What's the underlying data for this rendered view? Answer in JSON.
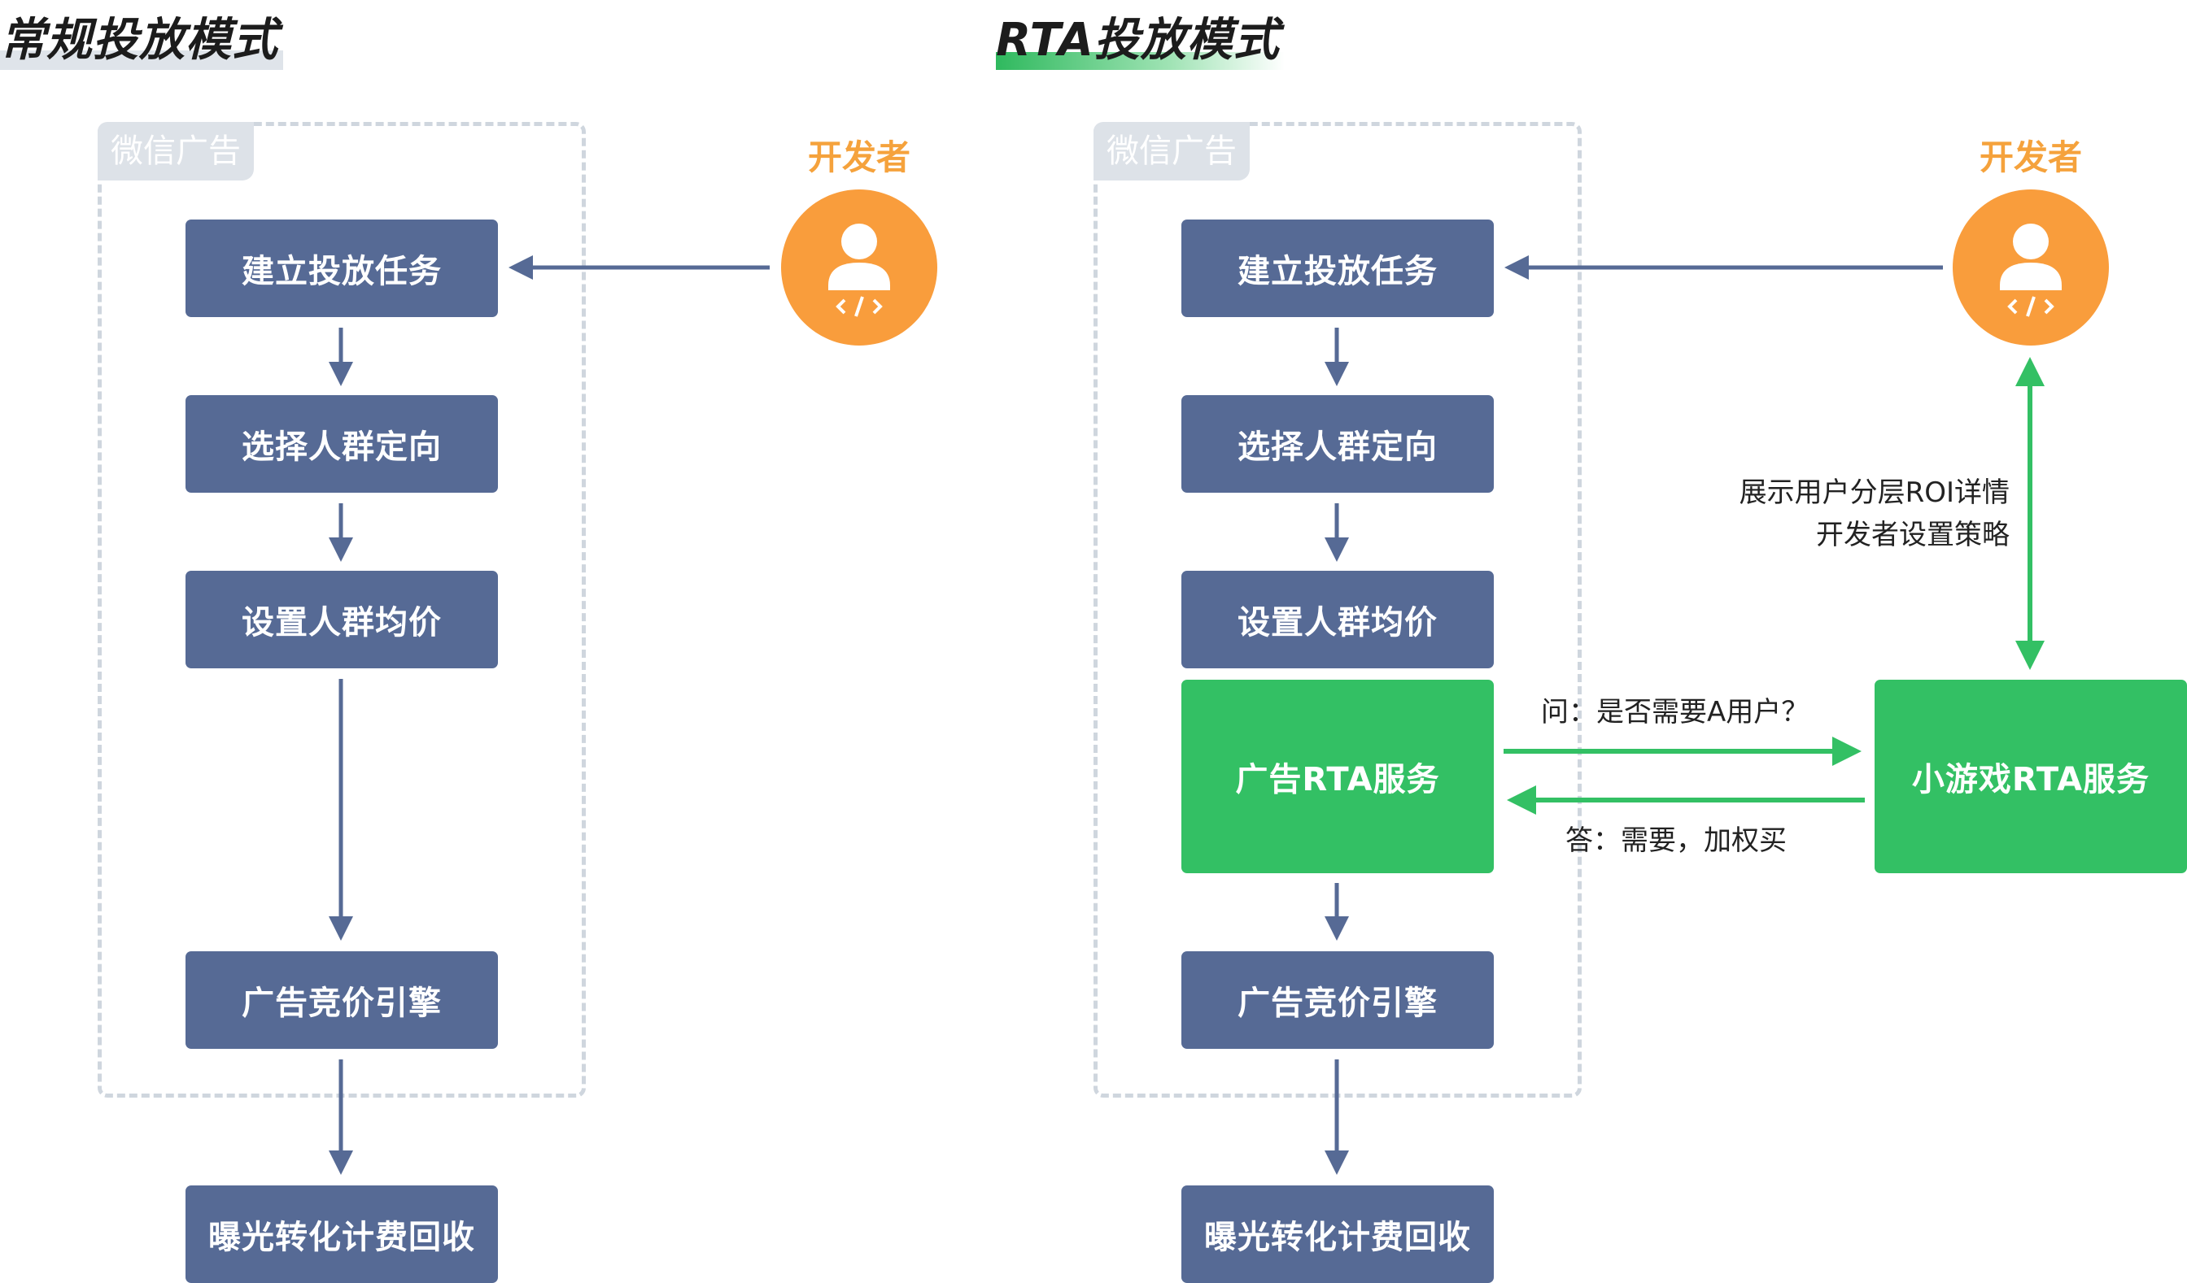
{
  "left": {
    "title": "常规投放模式",
    "container_label": "微信广告",
    "developer_label": "开发者",
    "steps": [
      "建立投放任务",
      "选择人群定向",
      "设置人群均价",
      "广告竞价引擎",
      "曝光转化计费回收"
    ]
  },
  "right": {
    "title": "RTA投放模式",
    "container_label": "微信广告",
    "developer_label": "开发者",
    "steps": [
      "建立投放任务",
      "选择人群定向",
      "设置人群均价",
      "广告RTA服务",
      "广告竞价引擎",
      "曝光转化计费回收"
    ],
    "game_service": "小游戏RTA服务",
    "question_label": "问：是否需要A用户？",
    "answer_label": "答：需要，加权买",
    "roi_label_line1": "展示用户分层ROI详情",
    "roi_label_line2": "开发者设置策略"
  },
  "colors": {
    "step_box": "#566a95",
    "rta_box": "#33c064",
    "developer": "#f99d3c",
    "arrow_blue": "#566a95",
    "arrow_green": "#33c064",
    "container_border": "#cfd6de"
  },
  "icons": [
    "developer-icon"
  ]
}
